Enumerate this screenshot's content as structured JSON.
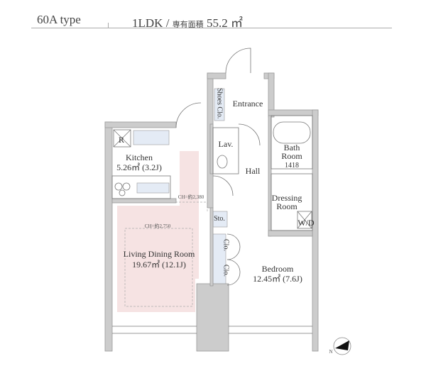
{
  "header": {
    "type": "60A type",
    "layout": "1LDK",
    "separator": "/",
    "area_label": "専有面積",
    "area_value": "55.2",
    "area_unit": "㎡"
  },
  "rooms": {
    "kitchen": {
      "name": "Kitchen",
      "area": "5.26㎡ (3.2J)",
      "fridge": "R"
    },
    "lav": {
      "name": "Lav."
    },
    "hall": {
      "name": "Hall"
    },
    "entrance": {
      "name": "Entrance"
    },
    "shoes": {
      "name": "Shoes Clo."
    },
    "bath": {
      "name1": "Bath",
      "name2": "Room",
      "size": "1418"
    },
    "dressing": {
      "name1": "Dressing",
      "name2": "Room"
    },
    "wd": {
      "name": "W/D"
    },
    "sto": {
      "name": "Sto."
    },
    "ldr": {
      "name": "Living Dining Room",
      "area": "19.67㎡ (12.1J)",
      "ceiling": "CH=約2,750"
    },
    "ceiling2": "CH=約2,380",
    "clo1": "Clo.",
    "clo2": "Clo.",
    "bedroom": {
      "name": "Bedroom",
      "area": "12.45㎡ (7.6J)"
    }
  },
  "compass": {
    "label": "N"
  },
  "colors": {
    "wall": "#cccccc",
    "wall_edge": "#999999",
    "highlight": "#f6e3e3",
    "storage": "#e4ebf5"
  }
}
